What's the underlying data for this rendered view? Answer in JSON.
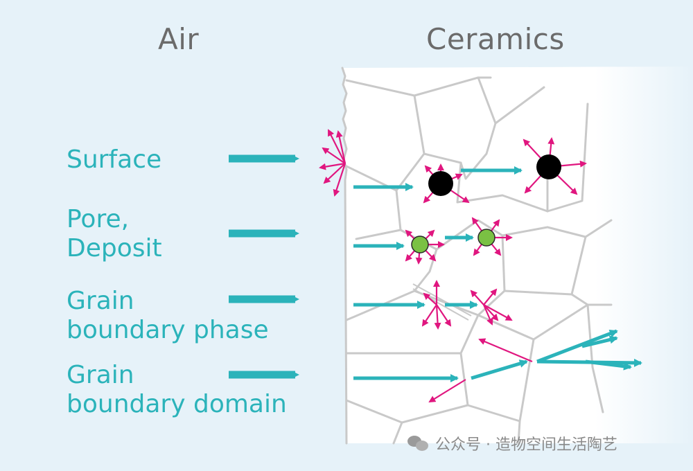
{
  "titles": {
    "air": "Air",
    "ceramics": "Ceramics"
  },
  "labels": {
    "surface": [
      "Surface"
    ],
    "pore_deposit": [
      "Pore,",
      "Deposit"
    ],
    "grain_boundary_phase": [
      "Grain",
      "boundary phase"
    ],
    "grain_boundary_domain": [
      "Grain",
      "boundary domain"
    ]
  },
  "watermark": "公众号 · 造物空间生活陶艺",
  "colors": {
    "background": "#e6f2f9",
    "label_text": "#2bb3ba",
    "heading_text": "#6b6b6b",
    "flow_arrow": "#2bb3ba",
    "reflect_arrow": "#e0167f",
    "grain_line": "#c9c9c9",
    "pore": "#000000",
    "deposit": "#7ac143"
  },
  "icons": [
    "wechat-icon"
  ]
}
